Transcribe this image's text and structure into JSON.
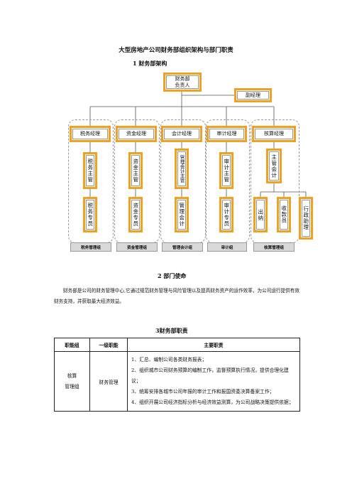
{
  "document": {
    "title": "大型房地产公司财务部组织架构与部门职责",
    "section1_heading": "1  财务部架构",
    "section2_heading": "2  部门使命",
    "section2_text": "财务部是公司的财务管理中心,它通过规范财务管理与风险管理以及提高财务资产的运作效率，为公司运行提供有效财务支持，并获取最大经济效益。",
    "section3_heading": "3财务部职责"
  },
  "org_chart": {
    "head": "财务部\n负责人",
    "deputy": "副经理",
    "managers": [
      "税务经理",
      "资金经理",
      "会计经理",
      "审计经理",
      "核算经理"
    ],
    "level2": [
      "税务主管",
      "资金主管",
      "管理会计主管",
      "审计主管",
      "主管会计"
    ],
    "level3": [
      "税务专员",
      "资金专员",
      "管理会计",
      "审计专员"
    ],
    "accounting_staff": [
      "出纳",
      "收款员"
    ],
    "admin_assistant": "行政助理",
    "group_labels": [
      "税务管理组",
      "资金管理组",
      "管理会计组",
      "审计组",
      "核算管理组"
    ]
  },
  "duty_table": {
    "headers": [
      "职能组",
      "一级职能",
      "主要职责"
    ],
    "rows": [
      {
        "group": "核算管理组",
        "function": "财务管理",
        "duties": [
          "1、汇总、编制公司各类财务报表；",
          "2、组织城市公司财务预算的编制工作，监督预算执行情况，提供合理化建议；",
          "3、统筹安排各城市公司年报的审计工作和报国资委决算备案工作；",
          "4、组织开展公司经济指标分析与经济效益测算，为公司战略决策提供依据；"
        ]
      }
    ]
  }
}
